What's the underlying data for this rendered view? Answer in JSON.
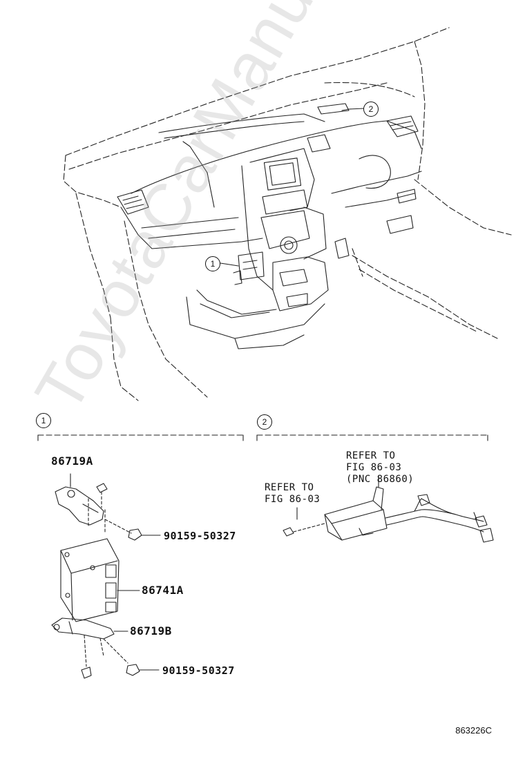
{
  "watermark": "ToyotaCarManuals.ru",
  "figure_id": "863226C",
  "callouts": {
    "c1_top": "1",
    "c2_top": "2",
    "c1_section": "1",
    "c2_section": "2"
  },
  "section1": {
    "parts": {
      "bracket_a": "86719A",
      "bolt_upper": "90159-50327",
      "module": "86741A",
      "bracket_b": "86719B",
      "bolt_lower": "90159-50327"
    }
  },
  "section2": {
    "ref_left_line1": "REFER TO",
    "ref_left_line2": "FIG 86-03",
    "ref_right_line1": "REFER TO",
    "ref_right_line2": "FIG 86-03",
    "ref_right_line3": "(PNC 86860)"
  }
}
